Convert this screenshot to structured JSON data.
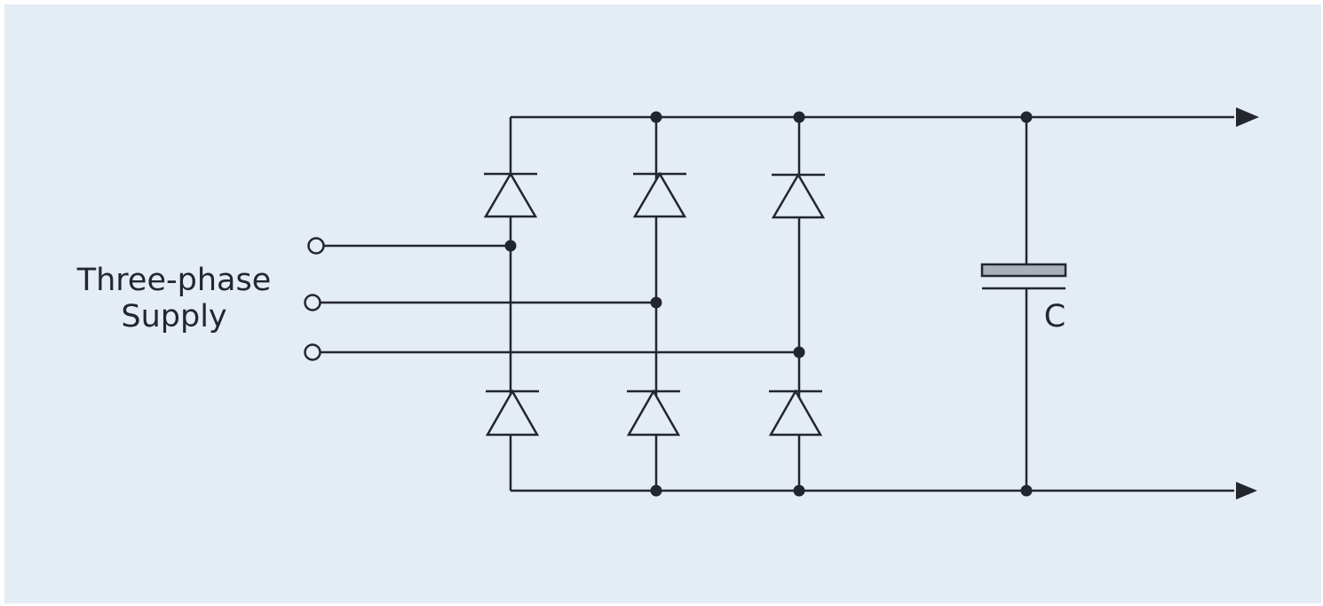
{
  "diagram": {
    "supply_label_line1": "Three-phase",
    "supply_label_line2": "Supply",
    "capacitor_label": "C"
  },
  "colors": {
    "background": "#e4ecf6",
    "line": "#23262d",
    "capacitor_plate": "#a8b0bc"
  }
}
